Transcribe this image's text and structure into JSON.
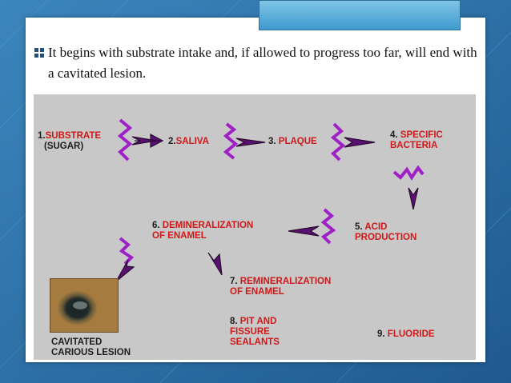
{
  "bullet": {
    "icon": "square-bullet-icon",
    "text": "It begins with substrate intake and, if allowed to progress too far, will end with a cavitated lesion."
  },
  "diagram": {
    "nodes": {
      "n1_num": "1.",
      "n1_a": "SUBSTRATE",
      "n1_b": "(SUGAR)",
      "n2_num": "2.",
      "n2_a": "SALIVA",
      "n3_num": "3. ",
      "n3_a": "PLAQUE",
      "n4_num": "4. ",
      "n4_a": "SPECIFIC",
      "n4_b": "BACTERIA",
      "n5_num": "5. ",
      "n5_a": "ACID",
      "n5_b": "PRODUCTION",
      "n6_num": "6. ",
      "n6_a": "DEMINERALIZATION",
      "n6_b": "OF ENAMEL",
      "n7_num": "7. ",
      "n7_a": "REMINERALIZATION",
      "n7_b": "OF ENAMEL",
      "n8_num": "8. ",
      "n8_a": "PIT AND",
      "n8_b": "FISSURE",
      "n8_c": "SEALANTS",
      "n9_num": "9. ",
      "n9_a": "FLUORIDE",
      "lesion_a": "CAVITATED",
      "lesion_b": "CARIOUS LESION"
    },
    "colors": {
      "zigzag": "#a020c8",
      "arrow_fill": "#5a1070",
      "highlight_text": "#d01818"
    }
  }
}
